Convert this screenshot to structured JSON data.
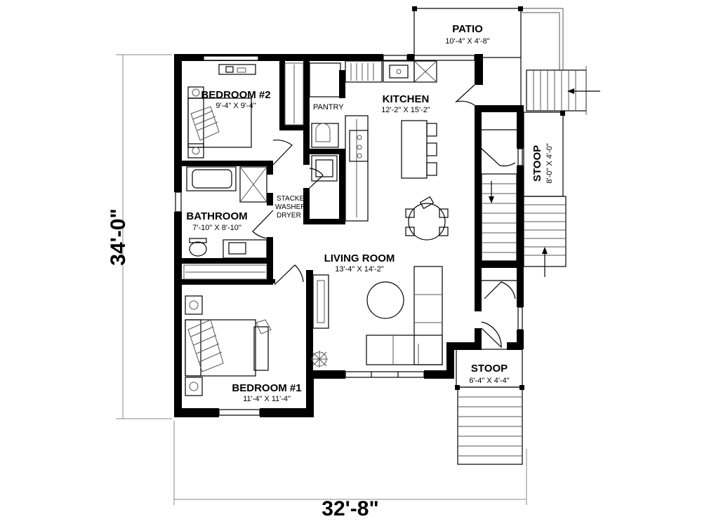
{
  "rooms": {
    "patio": {
      "name": "PATIO",
      "size": "10'-4\" X 4'-8\""
    },
    "bedroom2": {
      "name": "BEDROOM #2",
      "size": "9'-4\" X 9'-4\""
    },
    "kitchen": {
      "name": "KITCHEN",
      "size": "12'-2\" X 15'-2\""
    },
    "pantry": {
      "name": "PANTRY"
    },
    "bathroom": {
      "name": "BATHROOM",
      "size": "7'-10\" X 8'-10\""
    },
    "laundry": {
      "line1": "STACKED",
      "line2": "WASHER /",
      "line3": "DRYER"
    },
    "living": {
      "name": "LIVING ROOM",
      "size": "13'-4\" X 14'-2\""
    },
    "bedroom1": {
      "name": "BEDROOM #1",
      "size": "11'-4\" X 11'-4\""
    },
    "stoop_right": {
      "name": "STOOP",
      "size": "8'-0\" X 4'-0\""
    },
    "stoop_front": {
      "name": "STOOP",
      "size": "6'-4\" X 4'-4\""
    }
  },
  "dimensions": {
    "depth": "34'-0\"",
    "width": "32'-8\""
  },
  "colors": {
    "wall": "#000000",
    "fixture": "#555555",
    "fill": "#d9d9d9"
  }
}
